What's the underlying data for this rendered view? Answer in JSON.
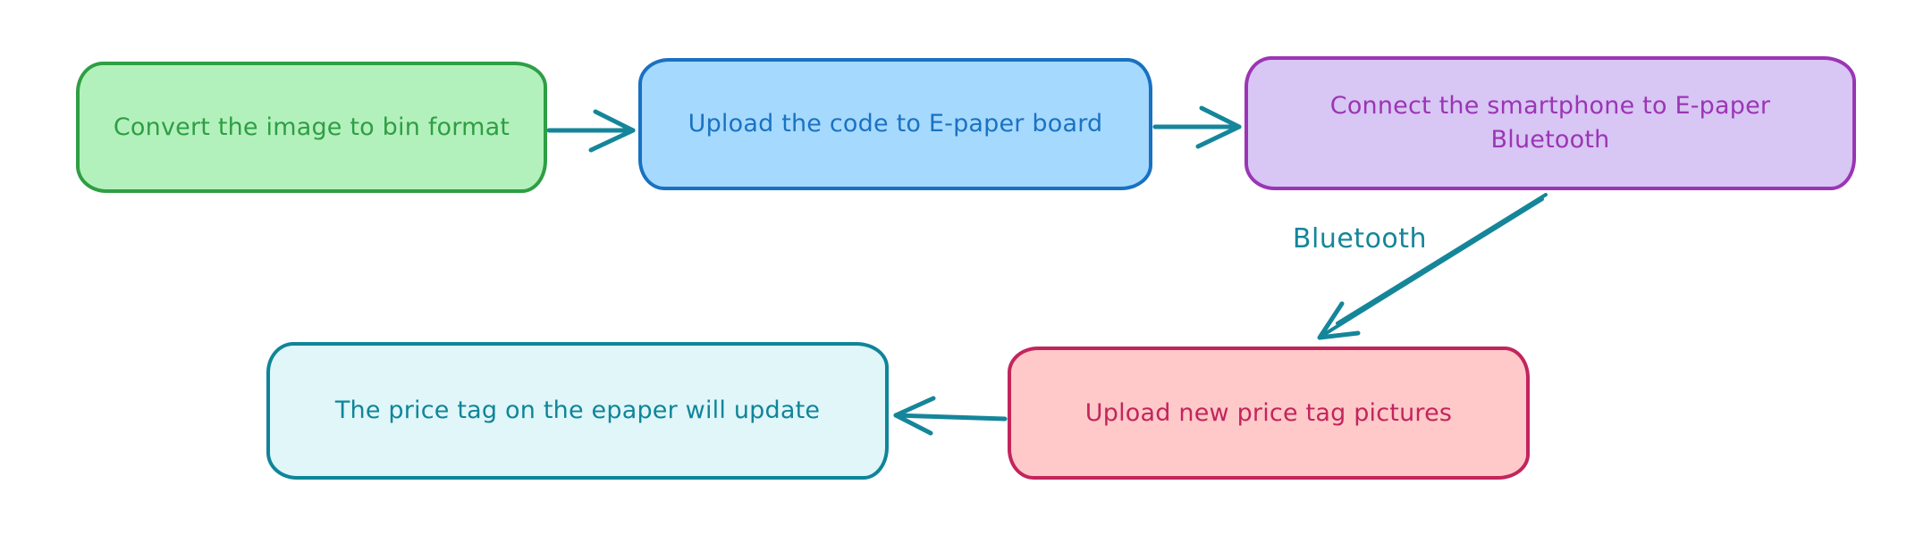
{
  "diagram": {
    "background_color": "#ffffff",
    "arrow_color": "#15869a",
    "nodes": [
      {
        "id": "convert-image",
        "label": "Convert the image to bin format",
        "fill": "#b3f1bc",
        "stroke": "#2f9e44",
        "text_color": "#2f9e44"
      },
      {
        "id": "upload-code",
        "label": "Upload the code to E-paper board",
        "fill": "#a6d9fe",
        "stroke": "#1971c2",
        "text_color": "#1a72c2"
      },
      {
        "id": "connect-smartphone",
        "label": "Connect the smartphone to E-paper\nBluetooth",
        "fill": "#d8c6f4",
        "stroke": "#9b35b5",
        "text_color": "#9b35b5"
      },
      {
        "id": "upload-pictures",
        "label": "Upload new price tag pictures",
        "fill": "#ffc9c9",
        "stroke": "#c2255c",
        "text_color": "#c2255c"
      },
      {
        "id": "price-tag-update",
        "label": "The price tag on the epaper will update",
        "fill": "#e0f6f9",
        "stroke": "#0f8599",
        "text_color": "#0f8599"
      }
    ],
    "edges": [
      {
        "from": "convert-image",
        "to": "upload-code",
        "label": ""
      },
      {
        "from": "upload-code",
        "to": "connect-smartphone",
        "label": ""
      },
      {
        "from": "connect-smartphone",
        "to": "upload-pictures",
        "label": "Bluetooth"
      },
      {
        "from": "upload-pictures",
        "to": "price-tag-update",
        "label": ""
      }
    ]
  }
}
